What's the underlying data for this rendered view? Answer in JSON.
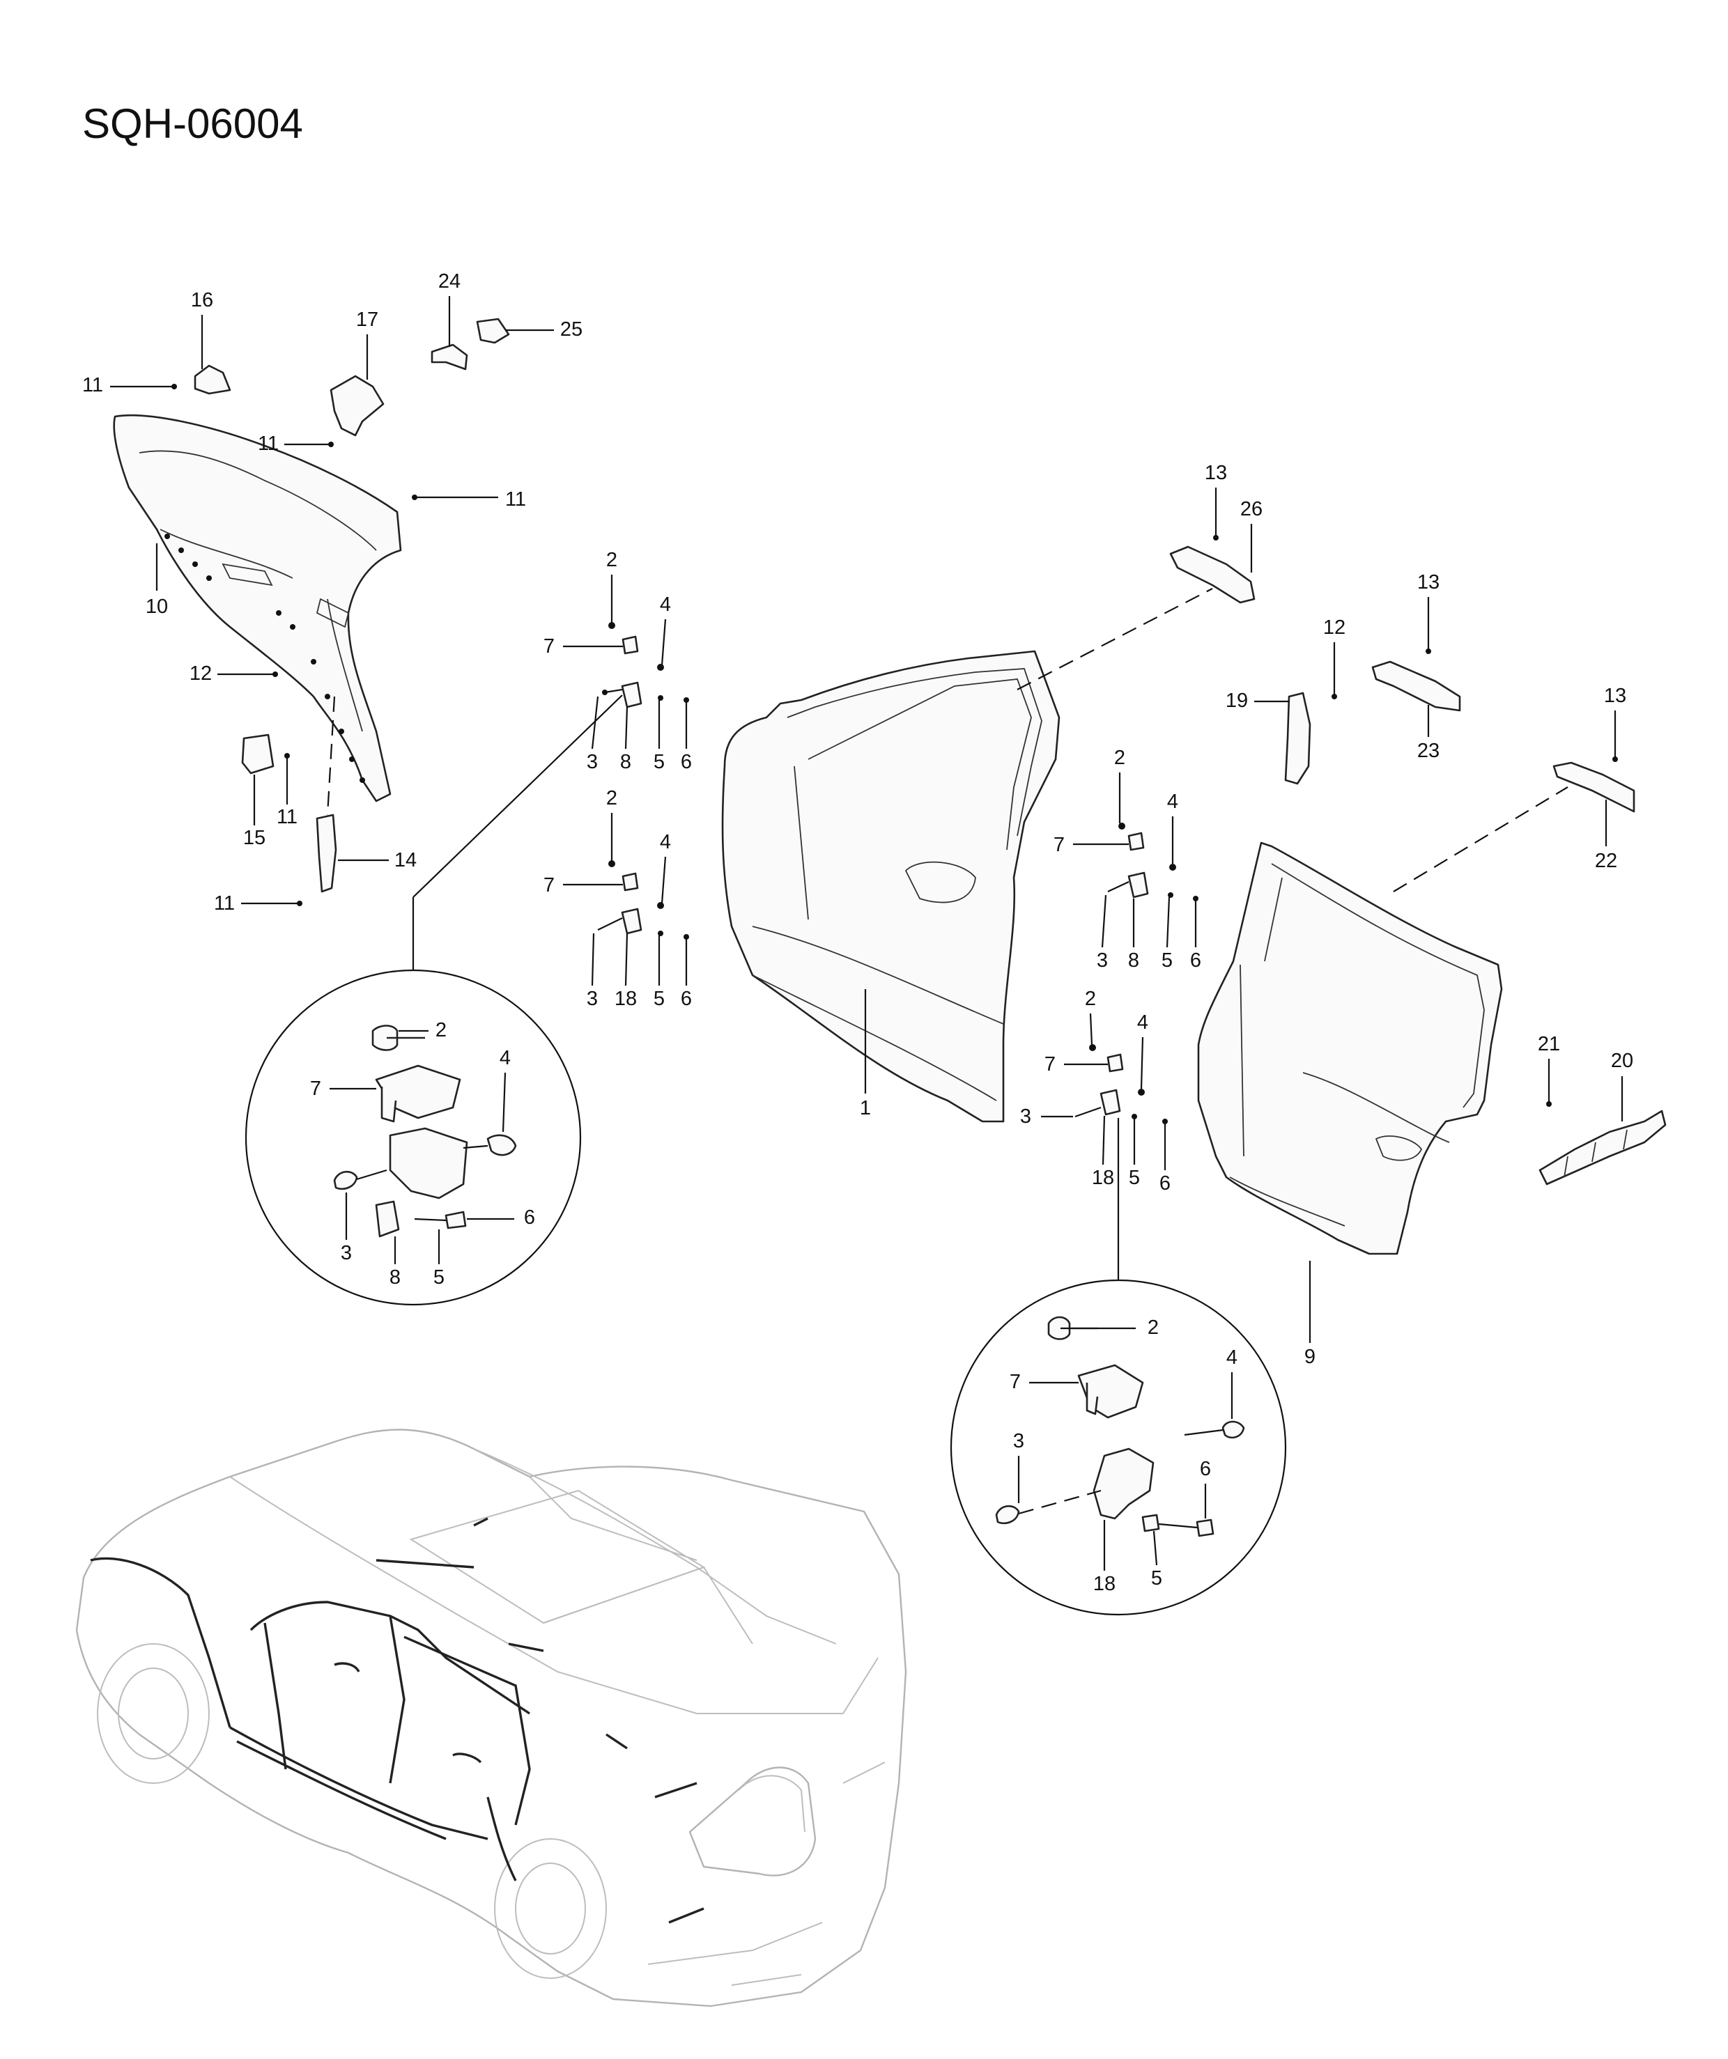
{
  "title": "SQH-06004",
  "callouts": {
    "c1": "1",
    "c2a": "2",
    "c2b": "2",
    "c2c": "2",
    "c2d": "2",
    "c2e": "2",
    "c2f": "2",
    "c3a": "3",
    "c3b": "3",
    "c3c": "3",
    "c3d": "3",
    "c3e": "3",
    "c3f": "3",
    "c4a": "4",
    "c4b": "4",
    "c4c": "4",
    "c4d": "4",
    "c4e": "4",
    "c4f": "4",
    "c5a": "5",
    "c5b": "5",
    "c5c": "5",
    "c5d": "5",
    "c5e": "5",
    "c5f": "5",
    "c6a": "6",
    "c6b": "6",
    "c6c": "6",
    "c6d": "6",
    "c6e": "6",
    "c6f": "6",
    "c7a": "7",
    "c7b": "7",
    "c7c": "7",
    "c7d": "7",
    "c7e": "7",
    "c7f": "7",
    "c8a": "8",
    "c8b": "8",
    "c8c": "8",
    "c9": "9",
    "c10": "10",
    "c11a": "11",
    "c11b": "11",
    "c11c": "11",
    "c11d": "11",
    "c11e": "11",
    "c12a": "12",
    "c12b": "12",
    "c13a": "13",
    "c13b": "13",
    "c13c": "13",
    "c14": "14",
    "c15": "15",
    "c16": "16",
    "c17": "17",
    "c18a": "18",
    "c18b": "18",
    "c18c": "18",
    "c19": "19",
    "c20": "20",
    "c21": "21",
    "c22": "22",
    "c23": "23",
    "c24": "24",
    "c25": "25",
    "c26": "26"
  }
}
